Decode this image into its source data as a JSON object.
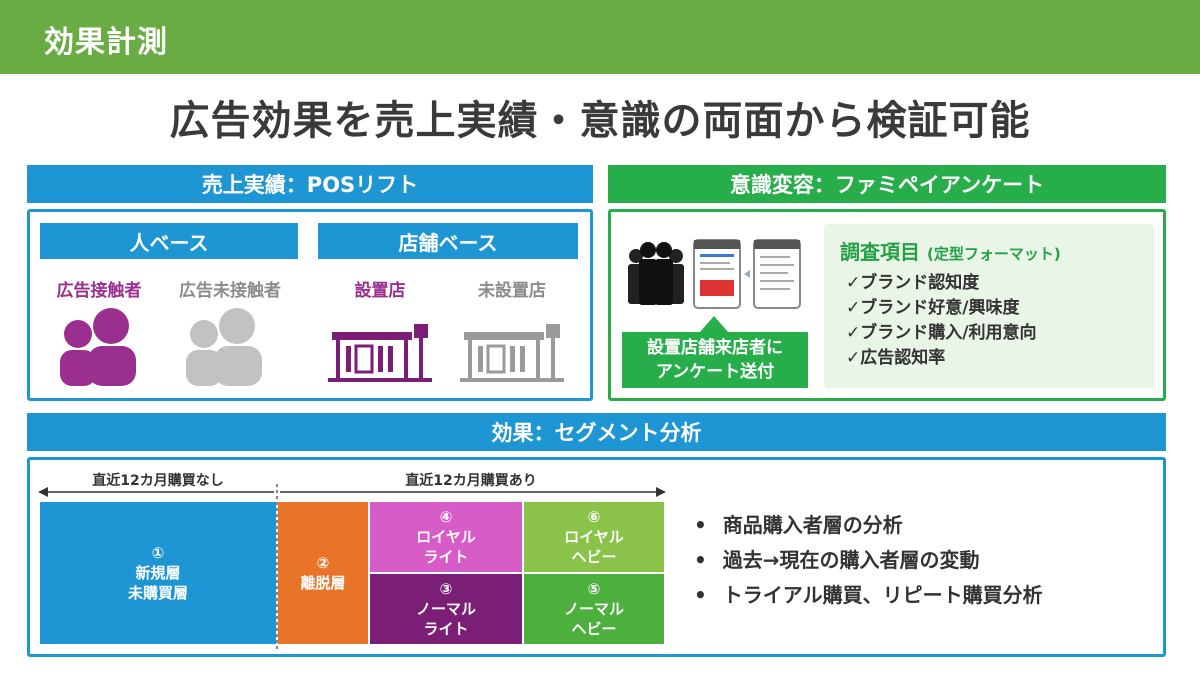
{
  "header": {
    "title": "効果計測"
  },
  "main_title": "広告効果を売上実績・意識の両面から検証可能",
  "pos_section": {
    "banner": "売上実績：POSリフト",
    "person_base": {
      "label": "人ベース",
      "exposed": "広告接触者",
      "unexposed": "広告未接触者"
    },
    "store_base": {
      "label": "店舗ベース",
      "installed": "設置店",
      "not_installed": "未設置店"
    }
  },
  "survey_section": {
    "banner": "意識変容：ファミペイアンケート",
    "callout_line1": "設置店舗来店者に",
    "callout_line2": "アンケート送付",
    "title": "調査項目",
    "title_note": "(定型フォーマット)",
    "items": [
      "ブランド認知度",
      "ブランド好意/興味度",
      "ブランド購入/利用意向",
      "広告認知率"
    ]
  },
  "segment_section": {
    "banner": "効果：セグメント分析",
    "period_no_purchase": "直近12カ月購買なし",
    "period_purchase": "直近12カ月購買あり",
    "cells": {
      "c1": {
        "num": "①",
        "line1": "新規層",
        "line2": "未購買層"
      },
      "c2": {
        "num": "②",
        "line1": "離脱層"
      },
      "c3": {
        "num": "③",
        "line1": "ノーマル",
        "line2": "ライト"
      },
      "c4": {
        "num": "④",
        "line1": "ロイヤル",
        "line2": "ライト"
      },
      "c5": {
        "num": "⑤",
        "line1": "ノーマル",
        "line2": "ヘビー"
      },
      "c6": {
        "num": "⑥",
        "line1": "ロイヤル",
        "line2": "ヘビー"
      }
    },
    "bullets": [
      "商品購入者層の分析",
      "過去→現在の購入者層の変動",
      "トライアル購買、リピート購買分析"
    ]
  },
  "colors": {
    "header_green": "#6aac44",
    "blue": "#1e96d4",
    "green": "#27ae4a",
    "purple": "#9b2f8f",
    "orange": "#e8742a",
    "pink": "#d85cc8",
    "dark_purple": "#7a1f75",
    "light_green": "#8bc34a",
    "mid_green": "#4caf3e"
  }
}
